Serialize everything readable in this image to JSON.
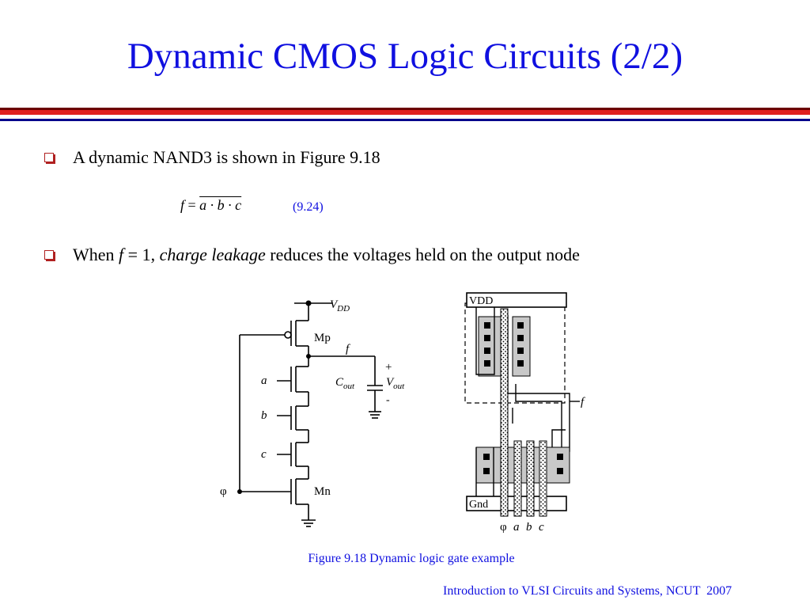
{
  "slide": {
    "title": "Dynamic CMOS Logic Circuits (2/2)",
    "bullets": [
      {
        "text": "A dynamic NAND3 is shown in Figure 9.18"
      },
      {
        "prefix": "When ",
        "f": "f",
        "mid": " = 1, ",
        "emph": "charge leakage",
        "suffix": " reduces the voltages held on the output node"
      }
    ],
    "equation": {
      "lhs": "f",
      "eq": " = ",
      "rhs": "a · b · c",
      "number": "(9.24)"
    },
    "schematic": {
      "vdd": "V",
      "vdd_sub": "DD",
      "mp": "Mp",
      "mn": "Mn",
      "out": "f",
      "inputs": [
        "a",
        "b",
        "c"
      ],
      "clock": "φ",
      "cout": "C",
      "cout_sub": "out",
      "vout": "V",
      "vout_sub": "out",
      "plus": "+",
      "minus": "-"
    },
    "layout": {
      "vdd": "VDD",
      "gnd": "Gnd",
      "out": "f",
      "pins": [
        "φ",
        "a",
        "b",
        "c"
      ]
    },
    "caption": "Figure 9.18 Dynamic logic gate example",
    "footer": "Introduction to VLSI Circuits and Systems, NCUT  2007"
  },
  "colors": {
    "title": "#1010e0",
    "rule_dark": "#6b0000",
    "rule_red": "#e02020",
    "rule_blue": "#00008b",
    "bullet": "#b02020"
  }
}
